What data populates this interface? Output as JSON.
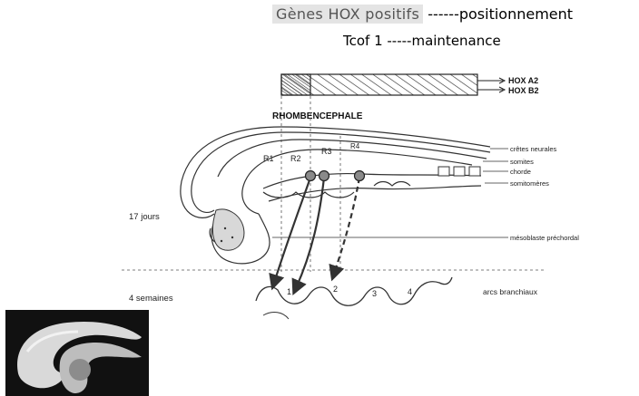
{
  "header": {
    "line1_hox": "Gènes HOX positifs",
    "line1_rest": " ------positionnement",
    "line2": "Tcof 1 -----maintenance"
  },
  "diagram": {
    "hox_a2": "HOX  A2",
    "hox_b2": "HOX  B2",
    "rhombencephale": "RHOMBENCEPHALE",
    "rhombomeres": [
      "R1",
      "R2",
      "R3",
      "R4"
    ],
    "right_labels": {
      "cretes": "crêtes neurales",
      "somites": "somites",
      "chorde": "chorde",
      "somitomeres": "somitomères",
      "mesoblaste": "mésoblaste préchordal"
    },
    "seventeen_days": "17 jours",
    "four_weeks": "4 semaines",
    "arches": [
      "1",
      "2",
      "3",
      "4"
    ],
    "arcs_label": "arcs branchiaux",
    "dot_color": "#8a8a8a"
  }
}
